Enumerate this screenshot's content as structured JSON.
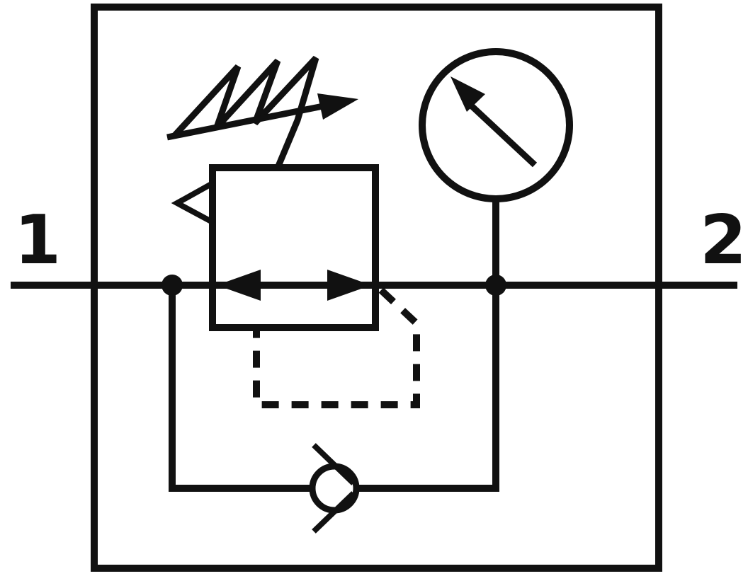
{
  "diagram": {
    "type": "pneumatic-schematic",
    "ports": {
      "inlet_label": "1",
      "outlet_label": "2"
    },
    "colors": {
      "stroke": "#111111",
      "background": "#ffffff"
    },
    "components": [
      "enclosure-frame",
      "main-flow-line",
      "pressure-regulator-box",
      "flow-arrow-left",
      "flow-arrow-right",
      "adjustment-spring-icon",
      "adjustment-arrow-icon",
      "relief-vent-arrow-icon",
      "pressure-gauge-icon",
      "gauge-needle-icon",
      "gauge-stem-line",
      "junction-dot-left",
      "junction-dot-right",
      "pilot-dashed-line",
      "bypass-line",
      "check-valve-icon"
    ]
  }
}
